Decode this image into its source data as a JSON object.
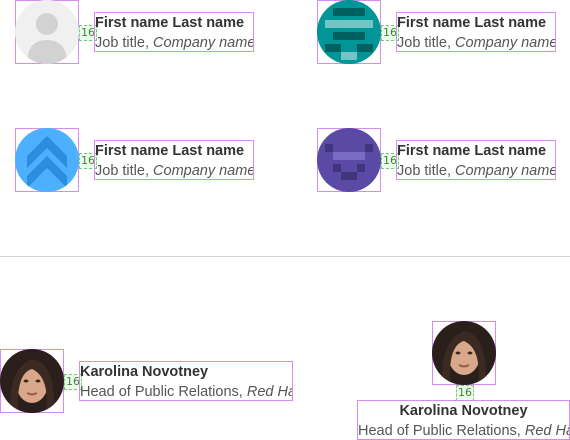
{
  "cards": [
    {
      "name": "First name Last name",
      "title_prefix": "Job title, ",
      "company": "Company name",
      "gap": "16"
    },
    {
      "name": "First name Last name",
      "title_prefix": "Job title, ",
      "company": "Company name",
      "gap": "16"
    },
    {
      "name": "First name Last name",
      "title_prefix": "Job title, ",
      "company": "Company name",
      "gap": "16"
    },
    {
      "name": "First name Last name",
      "title_prefix": "Job title, ",
      "company": "Company name",
      "gap": "16"
    },
    {
      "name": "Karolina Novotney",
      "title_prefix": "Head of Public Relations, ",
      "company": "Red Hat",
      "gap": "16"
    },
    {
      "name": "Karolina Novotney",
      "title_prefix": "Head of Public Relations, ",
      "company": "Red Hat",
      "gap": "16"
    }
  ],
  "colors": {
    "outline": "#d58cf0",
    "gap": "#76c97e",
    "teal": "#009596",
    "blue": "#4cb0ff",
    "purple": "#5a4aa6",
    "gray": "#e6e6e6"
  },
  "icons": [
    "default-avatar-icon",
    "teal-pixel-avatar-icon",
    "blue-chevron-avatar-icon",
    "purple-pixel-avatar-icon",
    "photo-avatar",
    "photo-avatar"
  ]
}
